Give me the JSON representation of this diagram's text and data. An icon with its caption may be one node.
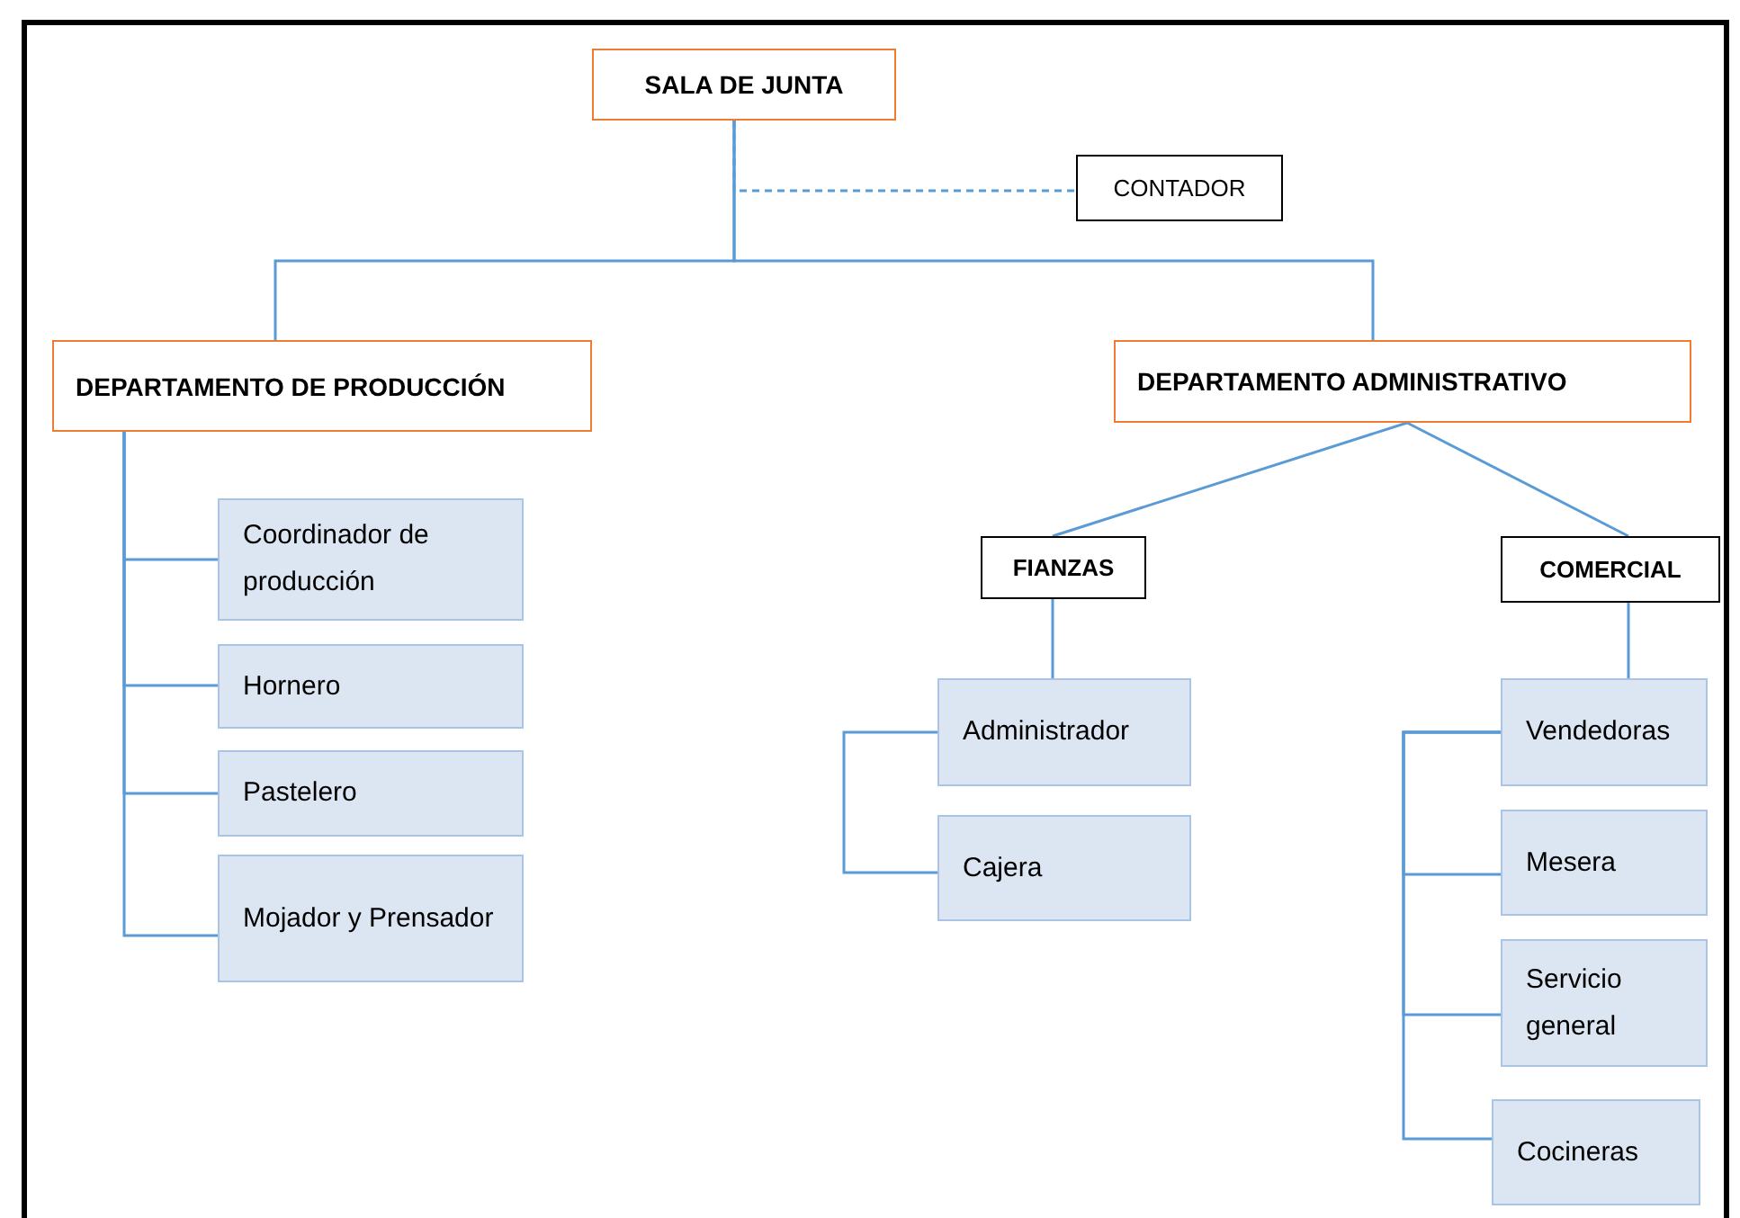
{
  "diagram": {
    "nodes": [
      {
        "text": [
          "SALA DE JUNTA"
        ]
      },
      {
        "text": [
          "CONTADOR"
        ]
      },
      {
        "text": [
          "DEPARTAMENTO DE PRODUCCIÓN"
        ]
      },
      {
        "text": [
          "DEPARTAMENTO ADMINISTRATIVO"
        ]
      },
      {
        "text": [
          "Coordinador de producción"
        ]
      },
      {
        "text": [
          "Hornero"
        ]
      },
      {
        "text": [
          "Pastelero"
        ]
      },
      {
        "text": [
          "Mojador y Prensador"
        ]
      },
      {
        "text": [
          "FIANZAS"
        ]
      },
      {
        "text": [
          "COMERCIAL"
        ]
      },
      {
        "text": [
          "Administrador"
        ]
      },
      {
        "text": [
          "Cajera"
        ]
      },
      {
        "text": [
          "Vendedoras"
        ]
      },
      {
        "text": [
          "Mesera"
        ]
      },
      {
        "text": [
          "Servicio general"
        ]
      },
      {
        "text": [
          "Cocineras"
        ]
      }
    ],
    "edges": [
      {
        "from": 0,
        "to": 1,
        "arrow": "none",
        "style": "dashed"
      },
      {
        "from": 0,
        "to": 2,
        "arrow": "none"
      },
      {
        "from": 0,
        "to": 3,
        "arrow": "none"
      },
      {
        "from": 2,
        "to": 4,
        "arrow": "none"
      },
      {
        "from": 2,
        "to": 5,
        "arrow": "none"
      },
      {
        "from": 2,
        "to": 6,
        "arrow": "none"
      },
      {
        "from": 2,
        "to": 7,
        "arrow": "none"
      },
      {
        "from": 3,
        "to": 8,
        "arrow": "none"
      },
      {
        "from": 3,
        "to": 9,
        "arrow": "none"
      },
      {
        "from": 8,
        "to": 10,
        "arrow": "none"
      },
      {
        "from": 10,
        "to": 11,
        "arrow": "none"
      },
      {
        "from": 9,
        "to": 12,
        "arrow": "none"
      },
      {
        "from": 12,
        "to": 13,
        "arrow": "none"
      },
      {
        "from": 12,
        "to": 14,
        "arrow": "none"
      },
      {
        "from": 12,
        "to": 15,
        "arrow": "none"
      }
    ]
  }
}
